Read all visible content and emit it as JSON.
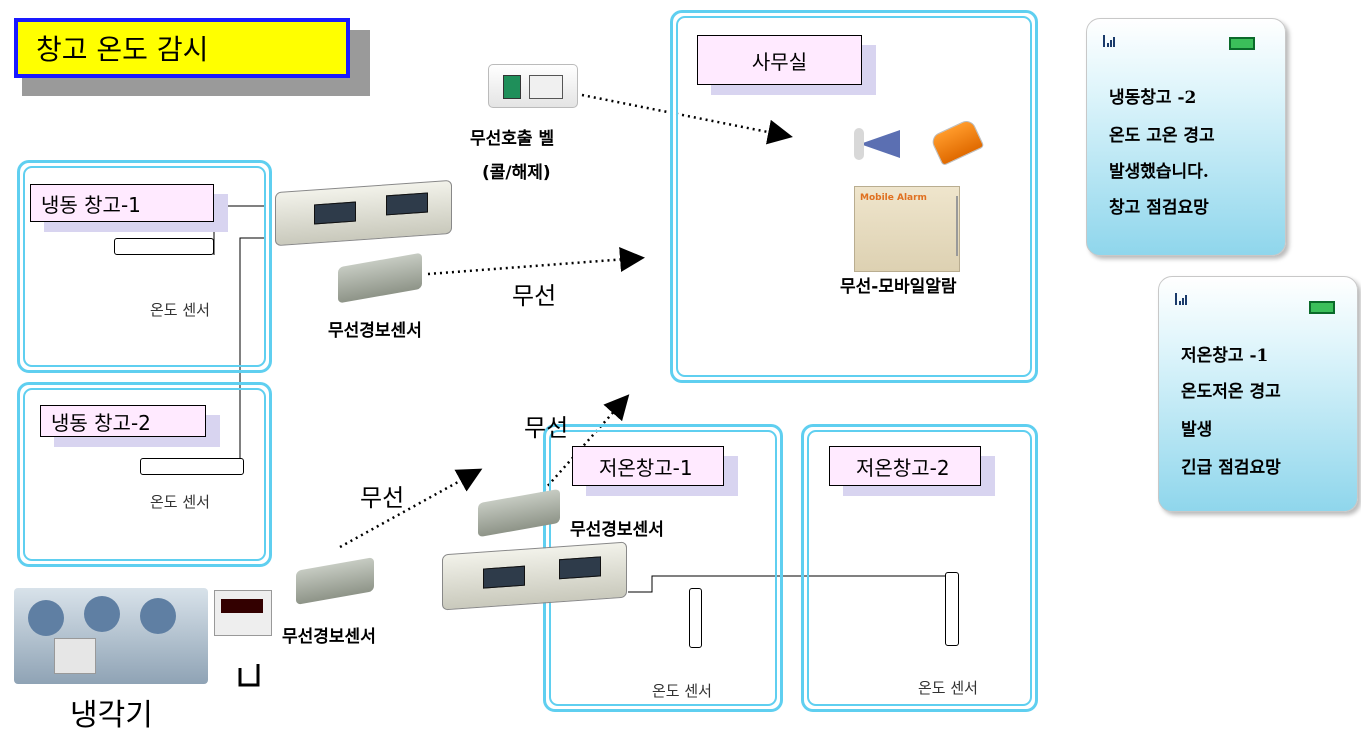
{
  "title": "창고 온도 감시",
  "rooms": {
    "freezer1": {
      "label": "냉동 창고-1",
      "sensor_label": "온도 센서"
    },
    "freezer2": {
      "label": "냉동 창고-2",
      "sensor_label": "온도 센서"
    },
    "office": {
      "label": "사무실"
    },
    "lowtemp1": {
      "label": "저온창고-1",
      "sensor_label": "온도 센서"
    },
    "lowtemp2": {
      "label": "저온창고-2",
      "sensor_label": "온도 센서"
    }
  },
  "devices": {
    "call_bell": {
      "line1": "무선호출 벨",
      "line2": "(콜/해제)"
    },
    "mobile_alarm": {
      "caption": "무선-모바일알람",
      "panel_text": "Mobile Alarm"
    },
    "sensor_top": {
      "caption": "무선경보센서"
    },
    "sensor_mid": {
      "caption": "무선경보센서"
    },
    "sensor_bottom": {
      "caption": "무선경보센서"
    },
    "chiller": {
      "caption": "냉각기"
    }
  },
  "wireless_labels": {
    "top": "무선",
    "mid": "무선",
    "bottom": "무선"
  },
  "phones": [
    {
      "lines": [
        "냉동창고 -2",
        "온도 고온 경고",
        "발생했습니다.",
        "창고 점검요망"
      ]
    },
    {
      "lines": [
        "저온창고 -1",
        "온도저온 경고",
        "발생",
        "긴급 점검요망"
      ]
    }
  ],
  "colors": {
    "room_border": "#5fcff0",
    "title_border": "#1a1aff",
    "title_bg": "#ffff00",
    "label_bg": "#ffeaff"
  }
}
